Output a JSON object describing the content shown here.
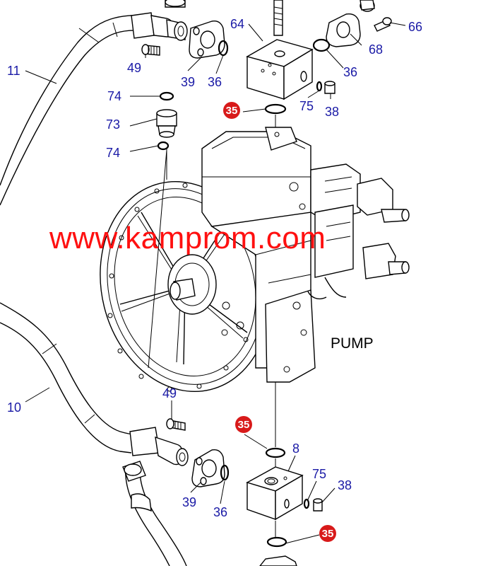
{
  "diagram": {
    "main_label": "PUMP",
    "watermark": "www.kamprom.com",
    "callouts": {
      "c64": "64",
      "c66": "66",
      "c68": "68",
      "c36a": "36",
      "c36b": "36",
      "c36c": "36",
      "c11": "11",
      "c49a": "49",
      "c49b": "49",
      "c39a": "39",
      "c39b": "39",
      "c74a": "74",
      "c74b": "74",
      "c73": "73",
      "c75a": "75",
      "c75b": "75",
      "c38a": "38",
      "c38b": "38",
      "c10": "10",
      "c8": "8"
    },
    "highlighted_callouts": {
      "h1": "35",
      "h2": "35",
      "h3": "35"
    }
  }
}
